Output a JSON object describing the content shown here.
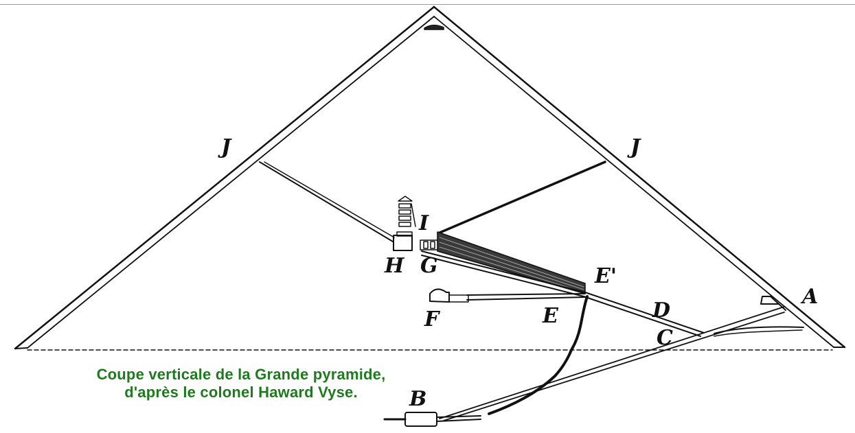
{
  "diagram": {
    "labels": {
      "J_left": "J",
      "J_right": "J",
      "I": "I",
      "H": "H",
      "G": "G",
      "E_prime": "E'",
      "A": "A",
      "D": "D",
      "E": "E",
      "F": "F",
      "C": "C",
      "B": "B"
    }
  },
  "caption": {
    "line1": "Coupe verticale de la Grande pyramide,",
    "line2": "d'après le colonel Haward Vyse."
  },
  "colors": {
    "ink": "#111111",
    "caption": "#1f7a1f"
  }
}
